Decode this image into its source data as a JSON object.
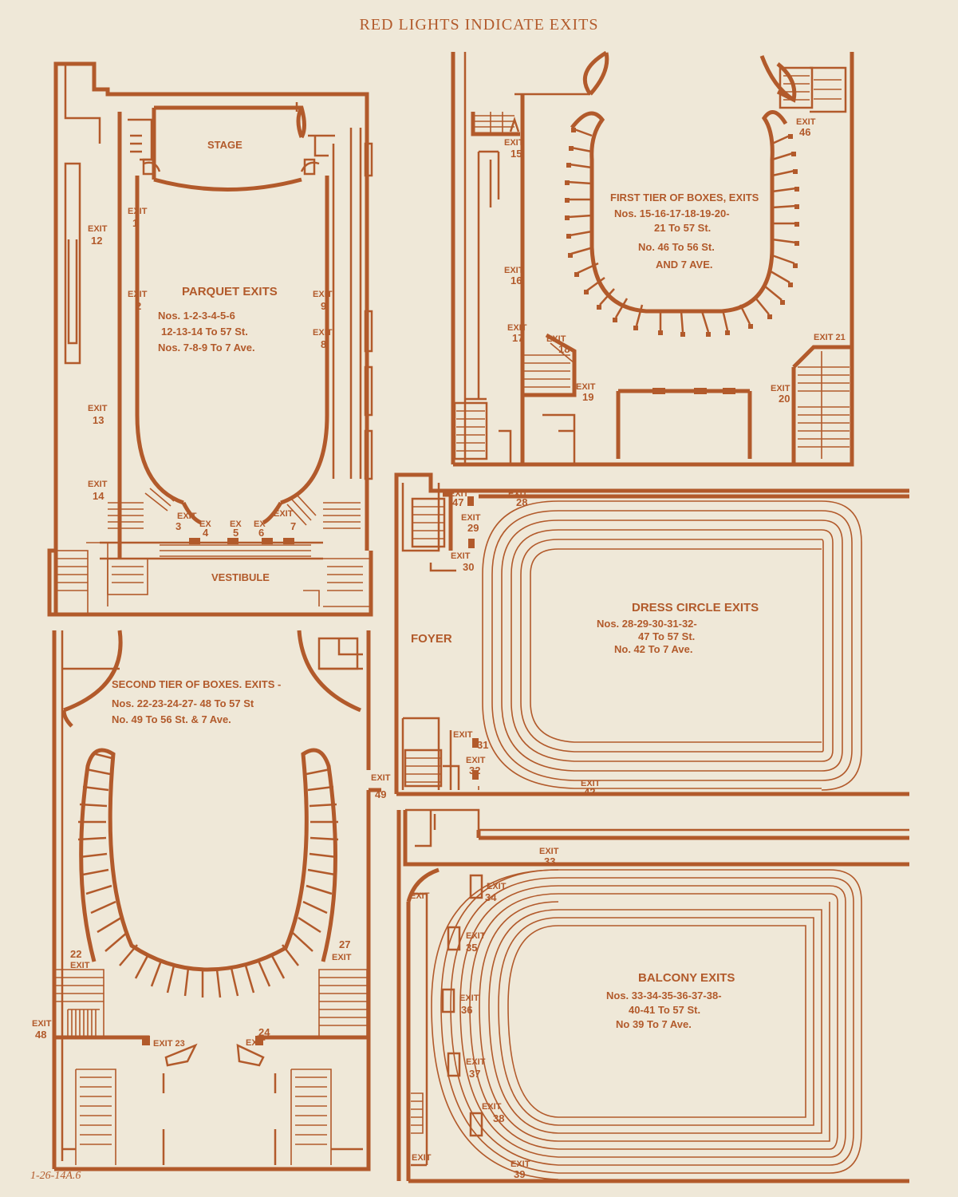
{
  "header": "RED LIGHTS INDICATE EXITS",
  "footer_note": "1-26-14A.6",
  "colors": {
    "ink": "#b25a2b",
    "paper": "#efe8d8"
  },
  "parquet": {
    "stage": "STAGE",
    "vestibule": "VESTIBULE",
    "title": "PARQUET EXITS",
    "lines": [
      "Nos. 1-2-3-4-5-6",
      "12-13-14 To 57 St.",
      "Nos. 7-8-9 To 7 Ave."
    ],
    "exits": {
      "e1": "1",
      "e2": "2",
      "e9": "9",
      "e8": "8",
      "e12": "12",
      "e13": "13",
      "e14": "14",
      "e3": "3",
      "e4": "4",
      "e5": "5",
      "e6": "6",
      "e7": "7"
    }
  },
  "first_tier": {
    "title": "FIRST TIER OF BOXES, EXITS",
    "lines": [
      "Nos. 15-16-17-18-19-20-",
      "21 To 57 St.",
      "No. 46 To 56 St.",
      "AND 7 AVE."
    ],
    "exits": {
      "e15": "15",
      "e16": "16",
      "e17": "17",
      "e18": "18",
      "e19": "19",
      "e20": "20",
      "e21": "EXIT 21",
      "e46": "46"
    }
  },
  "dress_circle": {
    "title": "DRESS CIRCLE EXITS",
    "lines": [
      "Nos. 28-29-30-31-32-",
      "47 To 57 St.",
      "No. 42 To 7 Ave."
    ],
    "foyer": "FOYER",
    "exits": {
      "e47": "47",
      "e28": "28",
      "e29": "29",
      "e30": "30",
      "e31": "31",
      "e32": "32",
      "e42": "42"
    }
  },
  "second_tier": {
    "title": "SECOND TIER OF BOXES. EXITS -",
    "lines": [
      "Nos. 22-23-24-27- 48 To 57 St",
      "No. 49 To 56 St. & 7 Ave."
    ],
    "exits": {
      "e49": "49",
      "e22": "22",
      "e27": "27",
      "e48": "48",
      "e23": "EXIT 23",
      "e24": "24"
    }
  },
  "balcony": {
    "title": "BALCONY EXITS",
    "lines": [
      "Nos. 33-34-35-36-37-38-",
      "40-41 To 57 St.",
      "No 39 To 7 Ave."
    ],
    "exits": {
      "e33": "33",
      "e34": "34",
      "e35": "35",
      "e36": "36",
      "e37": "37",
      "e38": "38",
      "e39": "39",
      "e40": "EXIT",
      "e41": "EXIT"
    }
  },
  "exit_word": "EXIT",
  "ex_word": "EX"
}
